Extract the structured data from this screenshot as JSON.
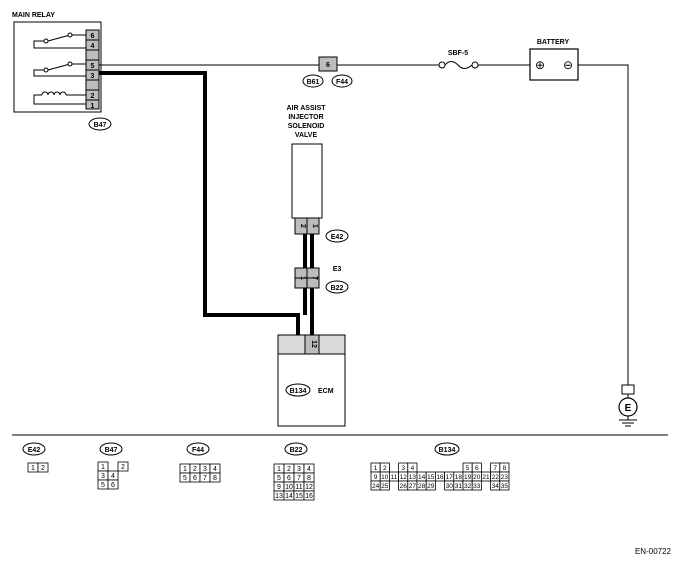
{
  "main_relay": {
    "title": "MAIN RELAY",
    "pins": [
      "6",
      "4",
      "5",
      "3",
      "2",
      "1"
    ],
    "connector": "B47"
  },
  "valve": {
    "label": [
      "AIR ASSIST",
      "INJECTOR",
      "SOLENOID",
      "VALVE"
    ],
    "pins": [
      "2",
      "1"
    ],
    "connector": "E42"
  },
  "joint": {
    "pins": [
      "1",
      "7"
    ],
    "connectors": [
      "E3",
      "B22"
    ]
  },
  "ecm": {
    "pin": "12",
    "connector": "B134",
    "label": "ECM"
  },
  "top_connector": {
    "pin": "6",
    "connectors": [
      "B61",
      "F44"
    ]
  },
  "fuse": {
    "label": "SBF-5"
  },
  "battery": {
    "label": "BATTERY",
    "plus": "⊕",
    "minus": "⊖"
  },
  "ground": {
    "label": "E"
  },
  "connector_views": [
    {
      "id": "E42",
      "rows": [
        [
          "1",
          "2"
        ]
      ]
    },
    {
      "id": "B47",
      "rows": [
        [
          "1",
          "",
          "2"
        ],
        [
          "3",
          "4"
        ],
        [
          "5",
          "6"
        ]
      ]
    },
    {
      "id": "F44",
      "rows": [
        [
          "1",
          "2",
          "3",
          "4"
        ],
        [
          "5",
          "6",
          "7",
          "8"
        ]
      ]
    },
    {
      "id": "B22",
      "rows": [
        [
          "1",
          "2",
          "3",
          "4"
        ],
        [
          "5",
          "6",
          "7",
          "8"
        ],
        [
          "9",
          "10",
          "11",
          "12"
        ],
        [
          "13",
          "14",
          "15",
          "16"
        ]
      ]
    },
    {
      "id": "B134",
      "rows": [
        [
          "1",
          "2",
          "",
          "3",
          "4",
          "",
          "",
          "",
          "",
          "",
          "5",
          "6",
          "",
          "7",
          "8"
        ],
        [
          "9",
          "10",
          "11",
          "12",
          "13",
          "14",
          "15",
          "16",
          "17",
          "18",
          "19",
          "20",
          "21",
          "22",
          "23"
        ],
        [
          "24",
          "25",
          "",
          "26",
          "27",
          "28",
          "29",
          "",
          "30",
          "31",
          "32",
          "33",
          "",
          "34",
          "35"
        ]
      ]
    }
  ],
  "figure_code": "EN-00722"
}
